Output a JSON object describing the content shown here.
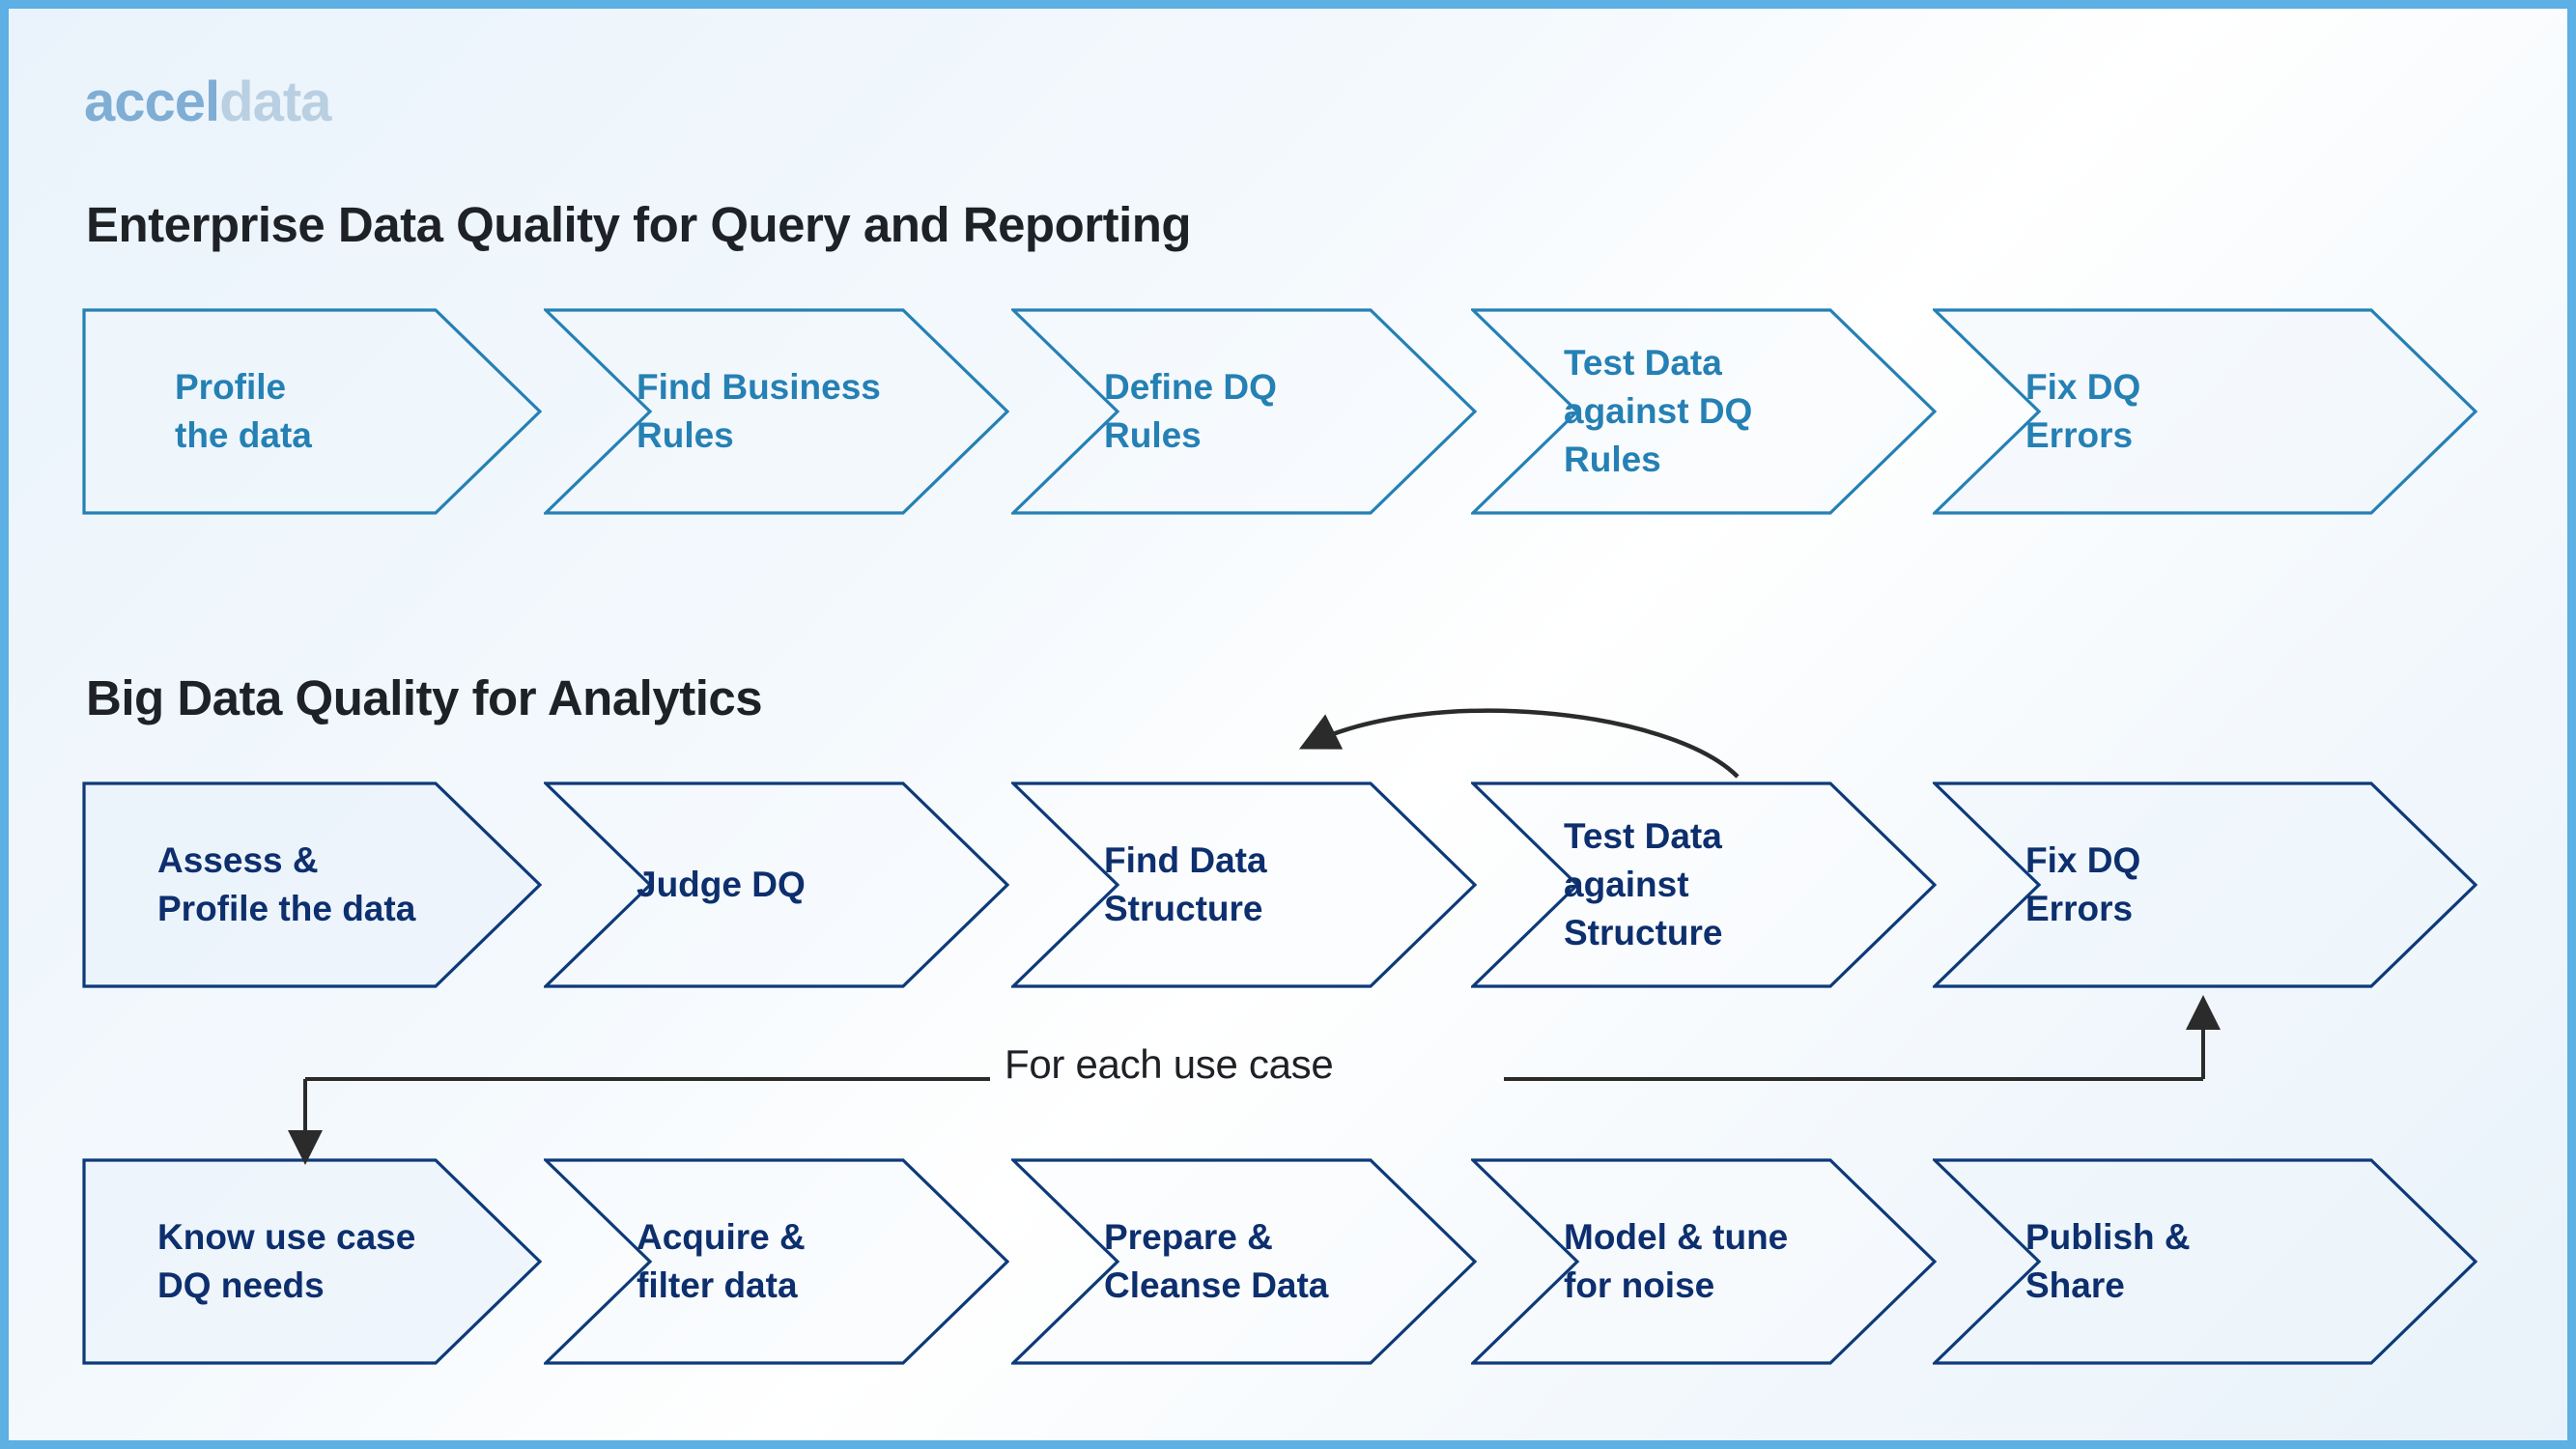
{
  "brand": {
    "logo_accel": "accel",
    "logo_data": "data",
    "accent_border": "#5cb0e4",
    "row1_blue": "#2580b4",
    "row2_navy": "#0d2f6e"
  },
  "sections": [
    {
      "title": "Enterprise Data Quality for Query and Reporting",
      "steps": [
        {
          "line1": "Profile",
          "line2": "the data"
        },
        {
          "line1": "Find Business",
          "line2": "Rules"
        },
        {
          "line1": "Define DQ",
          "line2": "Rules"
        },
        {
          "line1": "Test Data",
          "line2": "against DQ",
          "line3": "Rules"
        },
        {
          "line1": "Fix DQ",
          "line2": "Errors"
        }
      ]
    },
    {
      "title": "Big Data Quality for Analytics",
      "steps": [
        {
          "line1": "Assess &",
          "line2": "Profile the data"
        },
        {
          "line1": "Judge DQ",
          "line2": ""
        },
        {
          "line1": "Find Data",
          "line2": "Structure"
        },
        {
          "line1": "Test Data",
          "line2": "against",
          "line3": "Structure"
        },
        {
          "line1": "Fix DQ",
          "line2": "Errors"
        }
      ]
    },
    {
      "title": "",
      "steps": [
        {
          "line1": "Know use case",
          "line2": "DQ needs"
        },
        {
          "line1": "Acquire &",
          "line2": "filter data"
        },
        {
          "line1": "Prepare &",
          "line2": "Cleanse Data"
        },
        {
          "line1": "Model & tune",
          "line2": "for noise"
        },
        {
          "line1": "Publish &",
          "line2": "Share"
        }
      ]
    }
  ],
  "connectors": {
    "loop_label": "For each use case",
    "retest_arrow_note": "curved arrow from Test Data against Structure back to Find Data Structure"
  },
  "labels": {
    "r1c1": "Profile\nthe data",
    "r1c2": "Find Business\nRules",
    "r1c3": "Define DQ\nRules",
    "r1c4": "Test Data\nagainst DQ\nRules",
    "r1c5": "Fix DQ\nErrors",
    "r2c1": "Assess &\nProfile the data",
    "r2c2": "Judge DQ",
    "r2c3": "Find Data\nStructure",
    "r2c4": "Test Data\nagainst\nStructure",
    "r2c5": "Fix DQ\nErrors",
    "r3c1": "Know use case\nDQ needs",
    "r3c2": "Acquire &\nfilter data",
    "r3c3": "Prepare &\nCleanse Data",
    "r3c4": "Model & tune\nfor noise",
    "r3c5": "Publish &\nShare"
  }
}
